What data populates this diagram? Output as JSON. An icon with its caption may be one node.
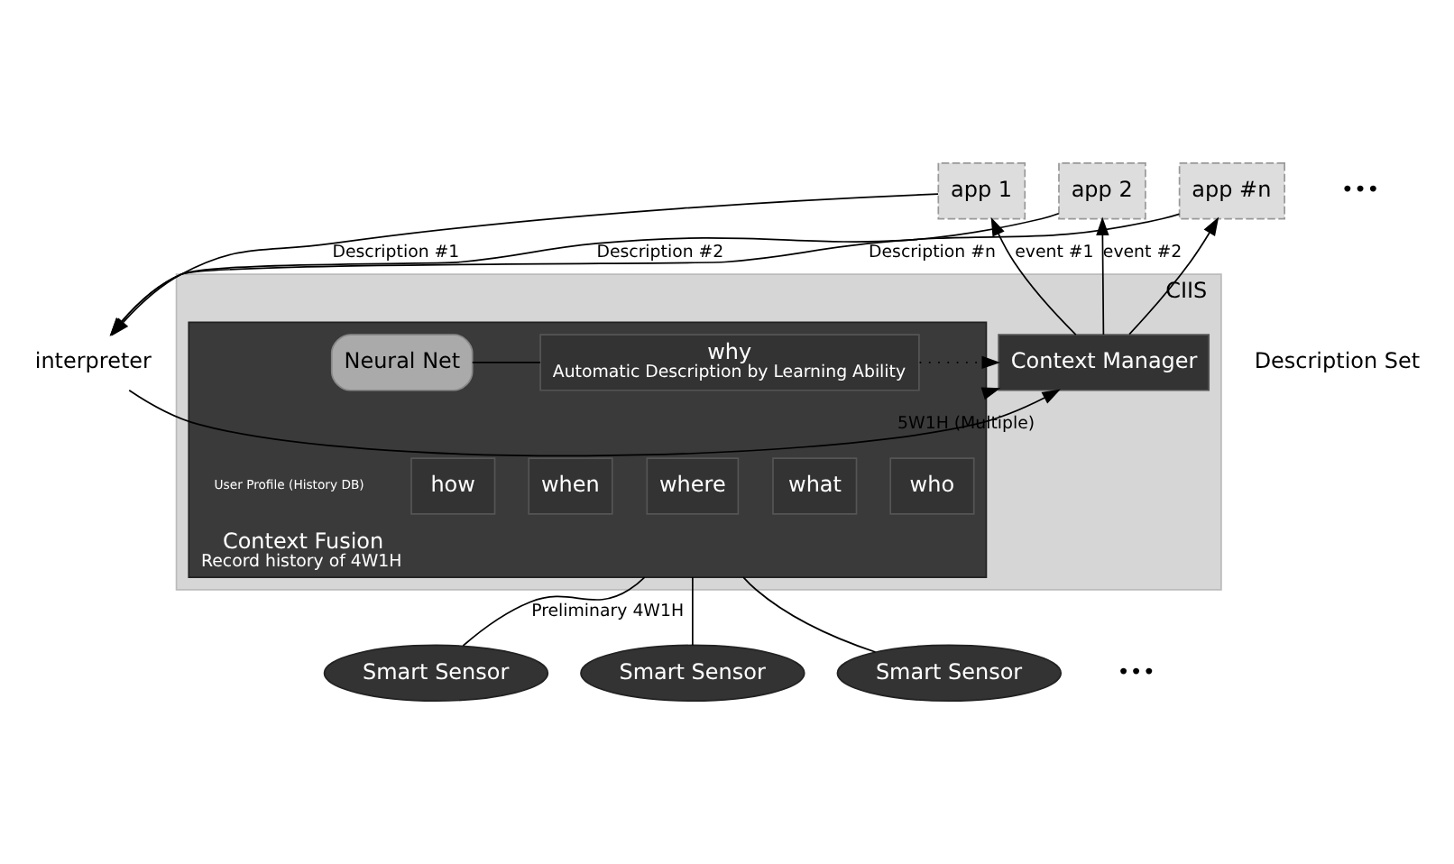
{
  "diagram": {
    "nodes": [
      {
        "text": [
          "CIIS"
        ]
      },
      {
        "text": [
          "Context Manager"
        ],
        "in": 0
      },
      {
        "text": [
          "Context Fusion",
          "Record history of 4W1H"
        ],
        "in": 0
      },
      {
        "text": [
          "who"
        ],
        "in": 2
      },
      {
        "text": [
          "what"
        ],
        "in": 2
      },
      {
        "text": [
          "where"
        ],
        "in": 2
      },
      {
        "text": [
          "when"
        ],
        "in": 2
      },
      {
        "text": [
          "how"
        ],
        "in": 2
      },
      {
        "text": [
          "Neural Net"
        ],
        "in": 2
      },
      {
        "text": [
          "why",
          "Automatic Description by Learning Ability"
        ],
        "in": 2
      },
      {
        "text": [
          "app 1"
        ]
      },
      {
        "text": [
          "app 2"
        ]
      },
      {
        "text": [
          "app #n"
        ]
      },
      {
        "text": [
          "interpreter"
        ]
      },
      {
        "text": [
          "Smart Sensor"
        ]
      },
      {
        "text": [
          "Smart Sensor"
        ]
      },
      {
        "text": [
          "Smart Sensor"
        ]
      }
    ],
    "edges": [
      {
        "from": 1,
        "to": 10,
        "arrow": "to",
        "label": "event #1"
      },
      {
        "from": 1,
        "to": 11,
        "arrow": "to",
        "label": "event #2"
      },
      {
        "from": 1,
        "to": 12,
        "arrow": "to"
      },
      {
        "from": 10,
        "to": 13,
        "arrow": "to",
        "label": "Description #1"
      },
      {
        "from": 11,
        "to": 13,
        "arrow": "to",
        "label": "Description #2"
      },
      {
        "from": 12,
        "to": 13,
        "arrow": "to",
        "label": "Description #n"
      },
      {
        "from": 13,
        "to": 1,
        "arrow": "to"
      },
      {
        "from": 2,
        "to": 1,
        "arrow": "to",
        "label": "5W1H (Multiple)"
      },
      {
        "from": 9,
        "to": 1,
        "arrow": "to",
        "style": "dashed"
      },
      {
        "from": 8,
        "to": 9,
        "arrow": "none"
      },
      {
        "from": 14,
        "to": 2,
        "arrow": "none",
        "label": "Preliminary 4W1H"
      },
      {
        "from": 15,
        "to": 2,
        "arrow": "none"
      },
      {
        "from": 16,
        "to": 2,
        "arrow": "none"
      }
    ],
    "labels": [
      "•••",
      "Description Set",
      "User Profile (History DB)",
      "•••"
    ]
  }
}
